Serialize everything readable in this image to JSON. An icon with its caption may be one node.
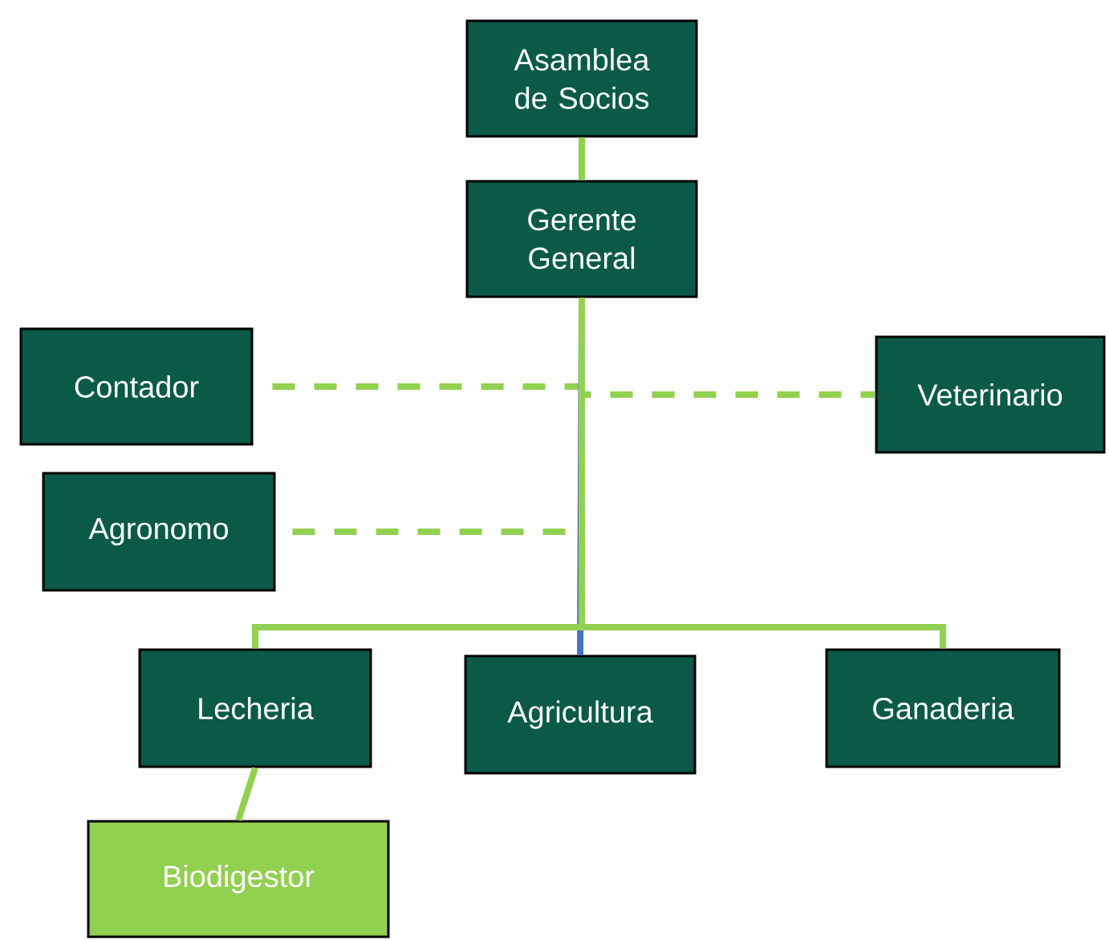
{
  "diagram": {
    "nodes": [
      {
        "text": [
          "Asamblea de Socios"
        ]
      },
      {
        "text": [
          "Gerente General"
        ]
      },
      {
        "text": [
          "Contador"
        ]
      },
      {
        "text": [
          "Veterinario"
        ]
      },
      {
        "text": [
          "Agronomo"
        ]
      },
      {
        "text": [
          "Lecheria"
        ]
      },
      {
        "text": [
          "Agricultura"
        ]
      },
      {
        "text": [
          "Ganaderia"
        ]
      },
      {
        "text": [
          "Biodigestor"
        ]
      }
    ],
    "edges": [
      {
        "from": 0,
        "to": 1,
        "arrow": "none"
      },
      {
        "from": 1,
        "to": 2,
        "arrow": "none",
        "style": "dashed"
      },
      {
        "from": 1,
        "to": 3,
        "arrow": "none",
        "style": "dashed"
      },
      {
        "from": 1,
        "to": 4,
        "arrow": "none",
        "style": "dashed"
      },
      {
        "from": 1,
        "to": 6,
        "arrow": "none",
        "color": "#4472c4"
      },
      {
        "from": 1,
        "to": 5,
        "arrow": "none"
      },
      {
        "from": 1,
        "to": 7,
        "arrow": "none"
      },
      {
        "from": 5,
        "to": 8,
        "arrow": "none"
      }
    ]
  }
}
